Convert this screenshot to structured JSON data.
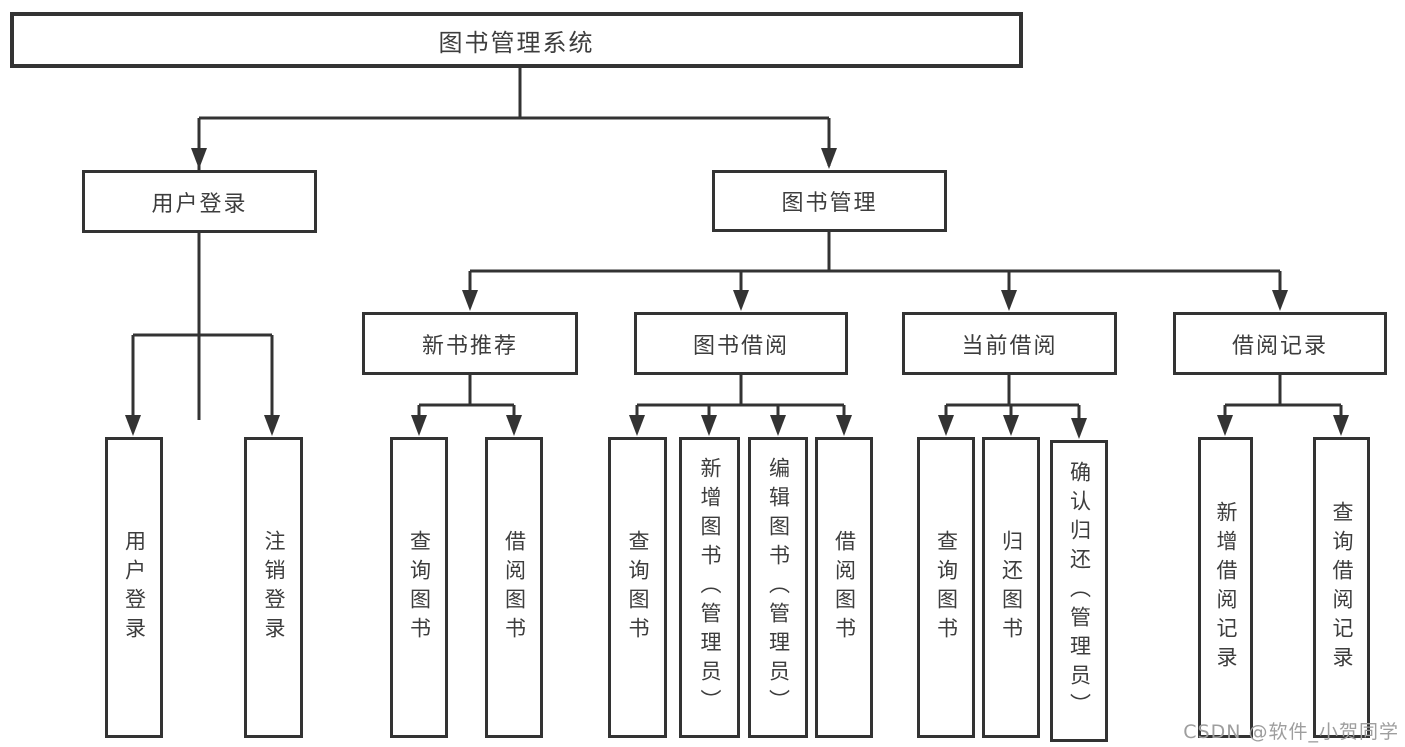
{
  "diagram": {
    "title": "图书管理系统",
    "colors": {
      "line": "#333333",
      "box_border": "#333333",
      "text": "#3d3d3d",
      "background": "#ffffff",
      "watermark": "#9e9e9e"
    },
    "root": {
      "label": "图书管理系统"
    },
    "level2": [
      {
        "label": "用户登录",
        "parent": "图书管理系统"
      },
      {
        "label": "图书管理",
        "parent": "图书管理系统"
      }
    ],
    "level3": [
      {
        "label": "新书推荐",
        "parent": "图书管理"
      },
      {
        "label": "图书借阅",
        "parent": "图书管理"
      },
      {
        "label": "当前借阅",
        "parent": "图书管理"
      },
      {
        "label": "借阅记录",
        "parent": "图书管理"
      }
    ],
    "leaves": [
      {
        "label": "用户登录",
        "parent": "用户登录"
      },
      {
        "label": "注销登录",
        "parent": "用户登录"
      },
      {
        "label": "查询图书",
        "parent": "新书推荐"
      },
      {
        "label": "借阅图书",
        "parent": "新书推荐"
      },
      {
        "label": "查询图书",
        "parent": "图书借阅"
      },
      {
        "label": "新增图书（管理员）",
        "parent": "图书借阅"
      },
      {
        "label": "编辑图书（管理员）",
        "parent": "图书借阅"
      },
      {
        "label": "借阅图书",
        "parent": "图书借阅"
      },
      {
        "label": "查询图书",
        "parent": "当前借阅"
      },
      {
        "label": "归还图书",
        "parent": "当前借阅"
      },
      {
        "label": "确认归还（管理员）",
        "parent": "当前借阅"
      },
      {
        "label": "新增借阅记录",
        "parent": "借阅记录"
      },
      {
        "label": "查询借阅记录",
        "parent": "借阅记录"
      }
    ]
  },
  "watermark": "CSDN @软件_小贺同学"
}
